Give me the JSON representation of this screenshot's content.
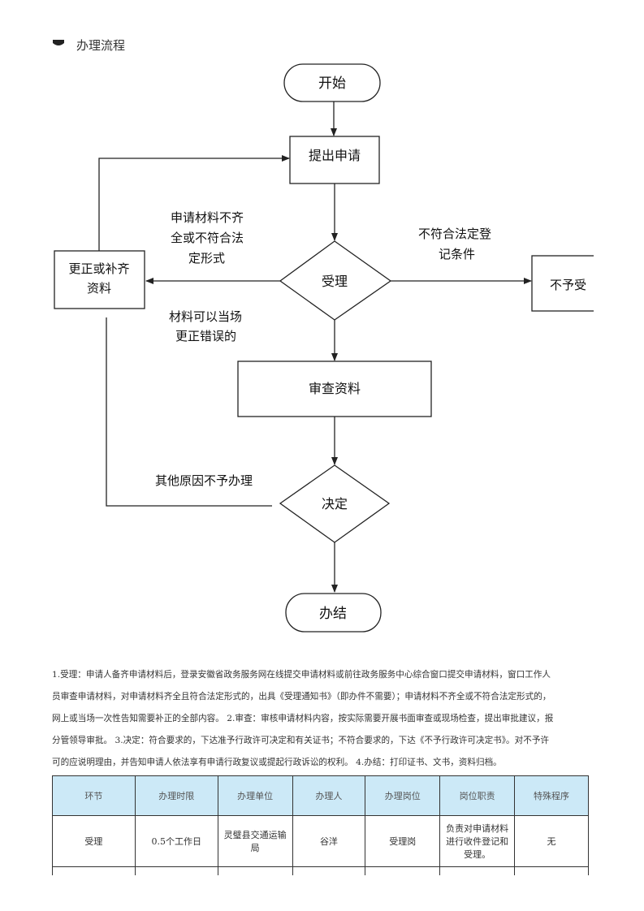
{
  "header": {
    "title": "办理流程"
  },
  "flow": {
    "start": "开始",
    "submit": "提出申请",
    "accept": "受理",
    "correct_line1": "更正或补齐",
    "correct_line2": "资料",
    "reject": "不予受",
    "incomplete_l1": "申请材料不齐",
    "incomplete_l2": "全或不符合法",
    "incomplete_l3": "定形式",
    "nonconform_l1": "不符合法定登",
    "nonconform_l2": "记条件",
    "onsite_l1": "材料可以当场",
    "onsite_l2": "更正错误的",
    "review": "审查资料",
    "other_reason": "其他原因不予办理",
    "decide": "决定",
    "finish": "办结"
  },
  "description": {
    "lines": [
      "1.受理：申请人备齐申请材料后，登录安徽省政务服务网在线提交申请材料或前往政务服务中心综合窗口提交申请材料，窗口工作人",
      "员审查申请材料，对申请材料齐全且符合法定形式的，出具《受理通知书》（即办件不需要）；申请材料不齐全或不符合法定形式的，",
      "网上或当场一次性告知需要补正的全部内容。 2.审查：审核申请材料内容，按实际需要开展书面审查或现场检查，提出审批建议，报",
      "分管领导审批。 3.决定：符合要求的，下达准予行政许可决定和有关证书；不符合要求的，下达《不予行政许可决定书》。对不予许",
      "可的应说明理由，并告知申请人依法享有申请行政复议或提起行政诉讼的权利。 4.办结：打印证书、文书，资料归档。"
    ]
  },
  "table": {
    "headers": [
      "环节",
      "办理时限",
      "办理单位",
      "办理人",
      "办理岗位",
      "岗位职责",
      "特殊程序"
    ],
    "rows": [
      [
        "受理",
        "0.5个工作日",
        "灵璧县交通运输局",
        "谷洋",
        "受理岗",
        "负责对申请材料进行收件登记和受理。",
        "无"
      ]
    ]
  }
}
